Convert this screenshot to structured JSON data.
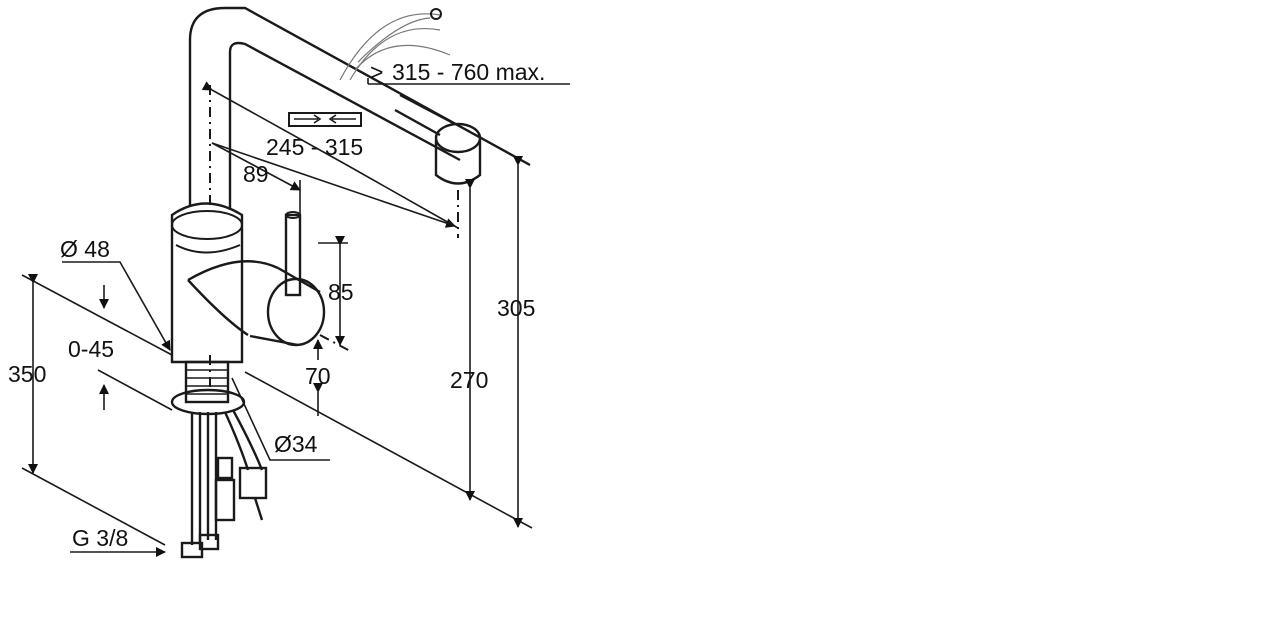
{
  "diagram": {
    "dimensions": {
      "hose_reach": "315 - 760 max.",
      "hose_reach_prefix": ">",
      "spout_range": "245 - 315",
      "offset_89": "89",
      "base_diameter": "Ø 48",
      "handle_height": "85",
      "depth_range": "0-45",
      "total_height": "350",
      "handle_base": "70",
      "outlet_height": "270",
      "max_height": "305",
      "hole_diameter": "Ø34",
      "connection": "G 3/8"
    }
  }
}
